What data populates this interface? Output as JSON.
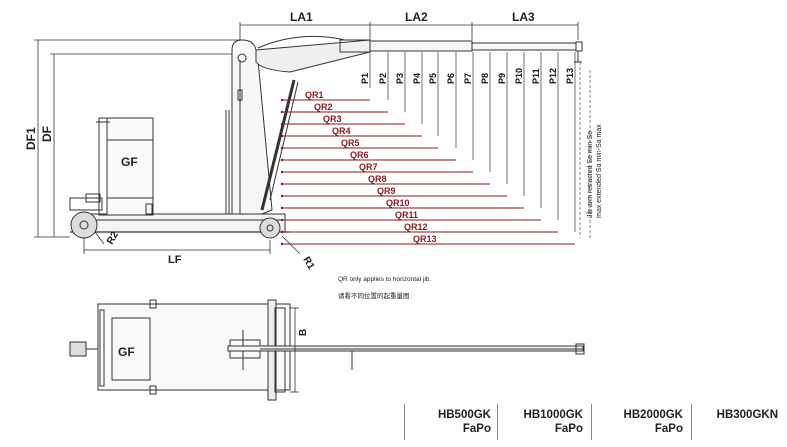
{
  "dimensions": {
    "la1": "LA1",
    "la2": "LA2",
    "la3": "LA3",
    "df1": "DF1",
    "df": "DF",
    "lf": "LF",
    "r1": "R1",
    "r2": "R2",
    "b": "B"
  },
  "labels": {
    "gf_side": "GF",
    "gf_top": "GF"
  },
  "p_positions": [
    "P1",
    "P2",
    "P3",
    "P4",
    "P5",
    "P6",
    "P7",
    "P8",
    "P9",
    "P10",
    "P11",
    "P12",
    "P13"
  ],
  "qr_labels": [
    "QR1",
    "QR2",
    "QR3",
    "QR4",
    "QR5",
    "QR6",
    "QR7",
    "QR8",
    "QR9",
    "QR10",
    "QR11",
    "QR12",
    "QR13"
  ],
  "jib_note": {
    "line1": "Jib arm retracted Se min-Se",
    "line2": "max extended Sa min-Sa max"
  },
  "notes": {
    "qr_note": "QR only applies to horizontal jib.",
    "cn_note": "请看不同位置的起重量图"
  },
  "models": [
    {
      "line1": "HB500GK",
      "line2": "FaPo"
    },
    {
      "line1": "HB1000GK",
      "line2": "FaPo"
    },
    {
      "line1": "HB2000GK",
      "line2": "FaPo"
    },
    {
      "line1": "HB300GKN",
      "line2": ""
    }
  ],
  "colors": {
    "qr_line": "#8b1a1a",
    "drawing": "#333333"
  }
}
